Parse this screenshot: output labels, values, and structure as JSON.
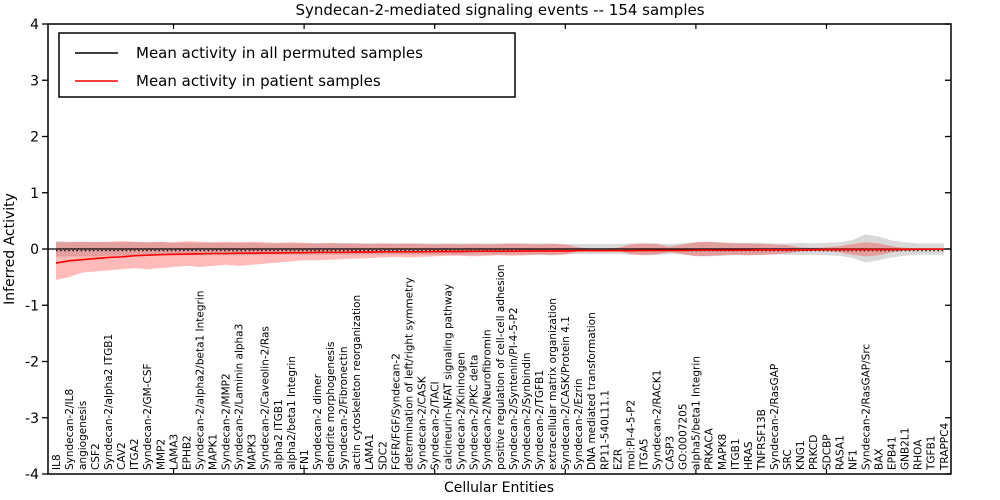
{
  "figure": {
    "title": "Syndecan-2-mediated signaling events -- 154 samples",
    "xlabel": "Cellular Entities",
    "ylabel": "Inferred Activity"
  },
  "legend": {
    "items": [
      {
        "label": "Mean activity in all permuted samples",
        "color": "#000000"
      },
      {
        "label": "Mean activity in patient samples",
        "color": "#ff0000"
      }
    ]
  },
  "chart_data": {
    "type": "line",
    "title": "Syndecan-2-mediated signaling events -- 154 samples",
    "xlabel": "Cellular Entities",
    "ylabel": "Inferred Activity",
    "ylim": [
      -4,
      4
    ],
    "yticks": [
      -4,
      -3,
      -2,
      -1,
      0,
      1,
      2,
      3,
      4
    ],
    "grid": false,
    "legend_position": "upper left",
    "colors": {
      "permuted_line": "#000000",
      "patient_line": "#ff0000",
      "permuted_band": "rgba(130,130,130,0.30)",
      "patient_band": "rgba(255,0,0,0.27)",
      "baseline_dotted": "#000000"
    },
    "baseline_dotted_y": -0.03,
    "categories": [
      "IL8",
      "Syndecan-2/IL8",
      "angiogenesis",
      "CSF2",
      "Syndecan-2/alpha2 ITGB1",
      "CAV2",
      "ITGA2",
      "Syndecan-2/GM-CSF",
      "MMP2",
      "LAMA3",
      "EPHB2",
      "Syndecan-2/alpha2/beta1 Integrin",
      "MAPK1",
      "Syndecan-2/MMP2",
      "Syndecan-2/Laminin alpha3",
      "MAPK3",
      "Syndecan-2/Caveolin-2/Ras",
      "alpha2 ITGB1",
      "alpha2/beta1 Integrin",
      "FN1",
      "Syndecan-2 dimer",
      "dendrite morphogenesis",
      "Syndecan-2/Fibronectin",
      "actin cytoskeleton reorganization",
      "LAMA1",
      "SDC2",
      "FGFR/FGF/Syndecan-2",
      "determination of left/right symmetry",
      "Syndecan-2/CASK",
      "Syndecan-2/TACI",
      "calcineurin-NFAT signaling pathway",
      "Syndecan-2/Kininogen",
      "Syndecan-2/PKC delta",
      "Syndecan-2/Neurofibromin",
      "positive regulation of cell-cell adhesion",
      "Syndecan-2/Syntenin/PI-4-5-P2",
      "Syndecan-2/Synbindin",
      "Syndecan-2/TGFB1",
      "extracellular matrix organization",
      "Syndecan-2/CASK/Protein 4.1",
      "Syndecan-2/Ezrin",
      "DNA mediated transformation",
      "RP11-540L11.1",
      "EZR",
      "mol:PI-4-5-P2",
      "ITGA5",
      "Syndecan-2/RACK1",
      "CASP3",
      "GO:0007205",
      "alpha5/beta1 Integrin",
      "PRKACA",
      "MAPK8",
      "ITGB1",
      "HRAS",
      "TNFRSF13B",
      "Syndecan-2/RasGAP",
      "SRC",
      "KNG1",
      "PRKCD",
      "SDCBP",
      "RASA1",
      "NF1",
      "Syndecan-2/RasGAP/Src",
      "BAX",
      "EPB41",
      "GNB2L1",
      "RHOA",
      "TGFB1",
      "TRAPPC4"
    ],
    "series": [
      {
        "name": "Mean activity in all permuted samples",
        "color": "#000000",
        "values": [
          0,
          0,
          0,
          0,
          0,
          0,
          0,
          0,
          0,
          0,
          0,
          0,
          0,
          0,
          0,
          0,
          0,
          0,
          0,
          0,
          0,
          0,
          0,
          0,
          0,
          0,
          0,
          0,
          0,
          0,
          0,
          0,
          0,
          0,
          0,
          0,
          0,
          0,
          0,
          0,
          0,
          0,
          0,
          0,
          0,
          0,
          0,
          0,
          0,
          0,
          0,
          0,
          0,
          0,
          0,
          0,
          0,
          0,
          0,
          0,
          0,
          0,
          0,
          0,
          0,
          0,
          0,
          0,
          0
        ]
      },
      {
        "name": "Mean activity in patient samples",
        "color": "#ff0000",
        "values": [
          -0.25,
          -0.21,
          -0.19,
          -0.17,
          -0.15,
          -0.14,
          -0.12,
          -0.11,
          -0.1,
          -0.095,
          -0.09,
          -0.085,
          -0.08,
          -0.08,
          -0.075,
          -0.075,
          -0.07,
          -0.07,
          -0.065,
          -0.065,
          -0.06,
          -0.06,
          -0.06,
          -0.055,
          -0.055,
          -0.05,
          -0.05,
          -0.05,
          -0.05,
          -0.045,
          -0.045,
          -0.045,
          -0.04,
          -0.04,
          -0.04,
          -0.04,
          -0.035,
          -0.035,
          -0.035,
          -0.035,
          -0.03,
          -0.03,
          -0.03,
          -0.03,
          -0.03,
          -0.025,
          -0.025,
          -0.025,
          -0.025,
          -0.02,
          -0.02,
          -0.02,
          -0.02,
          -0.02,
          -0.015,
          -0.015,
          -0.015,
          -0.015,
          -0.015,
          -0.01,
          -0.01,
          -0.01,
          -0.01,
          -0.01,
          -0.008,
          -0.006,
          -0.005,
          -0.004,
          -0.003
        ]
      }
    ],
    "bands": [
      {
        "name": "permuted-samples-band",
        "color": "rgba(130,130,130,0.30)",
        "upper": [
          0.14,
          0.13,
          0.13,
          0.13,
          0.12,
          0.12,
          0.12,
          0.12,
          0.12,
          0.11,
          0.11,
          0.11,
          0.11,
          0.11,
          0.11,
          0.11,
          0.1,
          0.1,
          0.1,
          0.1,
          0.1,
          0.1,
          0.1,
          0.1,
          0.1,
          0.1,
          0.1,
          0.1,
          0.1,
          0.1,
          0.1,
          0.1,
          0.1,
          0.1,
          0.1,
          0.1,
          0.1,
          0.1,
          0.1,
          0.09,
          0.09,
          0.09,
          0.09,
          0.09,
          0.1,
          0.1,
          0.1,
          0.09,
          0.1,
          0.12,
          0.13,
          0.12,
          0.11,
          0.11,
          0.11,
          0.1,
          0.1,
          0.11,
          0.1,
          0.11,
          0.12,
          0.16,
          0.26,
          0.22,
          0.15,
          0.12,
          0.1,
          0.1,
          0.1
        ],
        "lower": [
          -0.14,
          -0.13,
          -0.13,
          -0.13,
          -0.12,
          -0.12,
          -0.12,
          -0.12,
          -0.12,
          -0.11,
          -0.11,
          -0.11,
          -0.11,
          -0.11,
          -0.11,
          -0.11,
          -0.1,
          -0.1,
          -0.1,
          -0.1,
          -0.1,
          -0.1,
          -0.1,
          -0.1,
          -0.1,
          -0.1,
          -0.1,
          -0.1,
          -0.1,
          -0.1,
          -0.1,
          -0.1,
          -0.1,
          -0.1,
          -0.1,
          -0.1,
          -0.1,
          -0.1,
          -0.1,
          -0.09,
          -0.09,
          -0.09,
          -0.09,
          -0.09,
          -0.1,
          -0.1,
          -0.1,
          -0.09,
          -0.1,
          -0.12,
          -0.13,
          -0.12,
          -0.11,
          -0.11,
          -0.11,
          -0.1,
          -0.1,
          -0.11,
          -0.1,
          -0.11,
          -0.12,
          -0.16,
          -0.24,
          -0.2,
          -0.15,
          -0.12,
          -0.1,
          -0.1,
          -0.1
        ]
      },
      {
        "name": "patient-samples-band",
        "color": "rgba(255,0,0,0.27)",
        "upper": [
          0.12,
          0.12,
          0.13,
          0.12,
          0.13,
          0.14,
          0.13,
          0.12,
          0.13,
          0.12,
          0.14,
          0.13,
          0.12,
          0.13,
          0.12,
          0.13,
          0.12,
          0.11,
          0.12,
          0.11,
          0.1,
          0.11,
          0.1,
          0.1,
          0.09,
          0.1,
          0.09,
          0.1,
          0.09,
          0.08,
          0.09,
          0.08,
          0.09,
          0.08,
          0.09,
          0.1,
          0.09,
          0.08,
          0.09,
          0.08,
          0.03,
          0.01,
          0.01,
          0.02,
          0.08,
          0.1,
          0.09,
          0.04,
          0.08,
          0.12,
          0.13,
          0.11,
          0.1,
          0.1,
          0.09,
          0.08,
          0.07,
          0.03,
          0.02,
          0.03,
          0.05,
          0.09,
          0.12,
          0.1,
          0.05,
          0.02,
          0.015,
          0.01,
          0.01
        ],
        "lower": [
          -0.55,
          -0.5,
          -0.42,
          -0.4,
          -0.38,
          -0.36,
          -0.34,
          -0.36,
          -0.34,
          -0.32,
          -0.3,
          -0.32,
          -0.3,
          -0.28,
          -0.3,
          -0.28,
          -0.26,
          -0.24,
          -0.22,
          -0.2,
          -0.2,
          -0.19,
          -0.18,
          -0.17,
          -0.16,
          -0.15,
          -0.14,
          -0.15,
          -0.14,
          -0.13,
          -0.12,
          -0.12,
          -0.13,
          -0.12,
          -0.11,
          -0.12,
          -0.11,
          -0.1,
          -0.11,
          -0.1,
          -0.04,
          -0.02,
          -0.02,
          -0.03,
          -0.09,
          -0.11,
          -0.1,
          -0.05,
          -0.09,
          -0.13,
          -0.12,
          -0.11,
          -0.1,
          -0.11,
          -0.1,
          -0.09,
          -0.08,
          -0.04,
          -0.03,
          -0.04,
          -0.06,
          -0.1,
          -0.13,
          -0.11,
          -0.06,
          -0.03,
          -0.02,
          -0.015,
          -0.01
        ]
      }
    ]
  }
}
